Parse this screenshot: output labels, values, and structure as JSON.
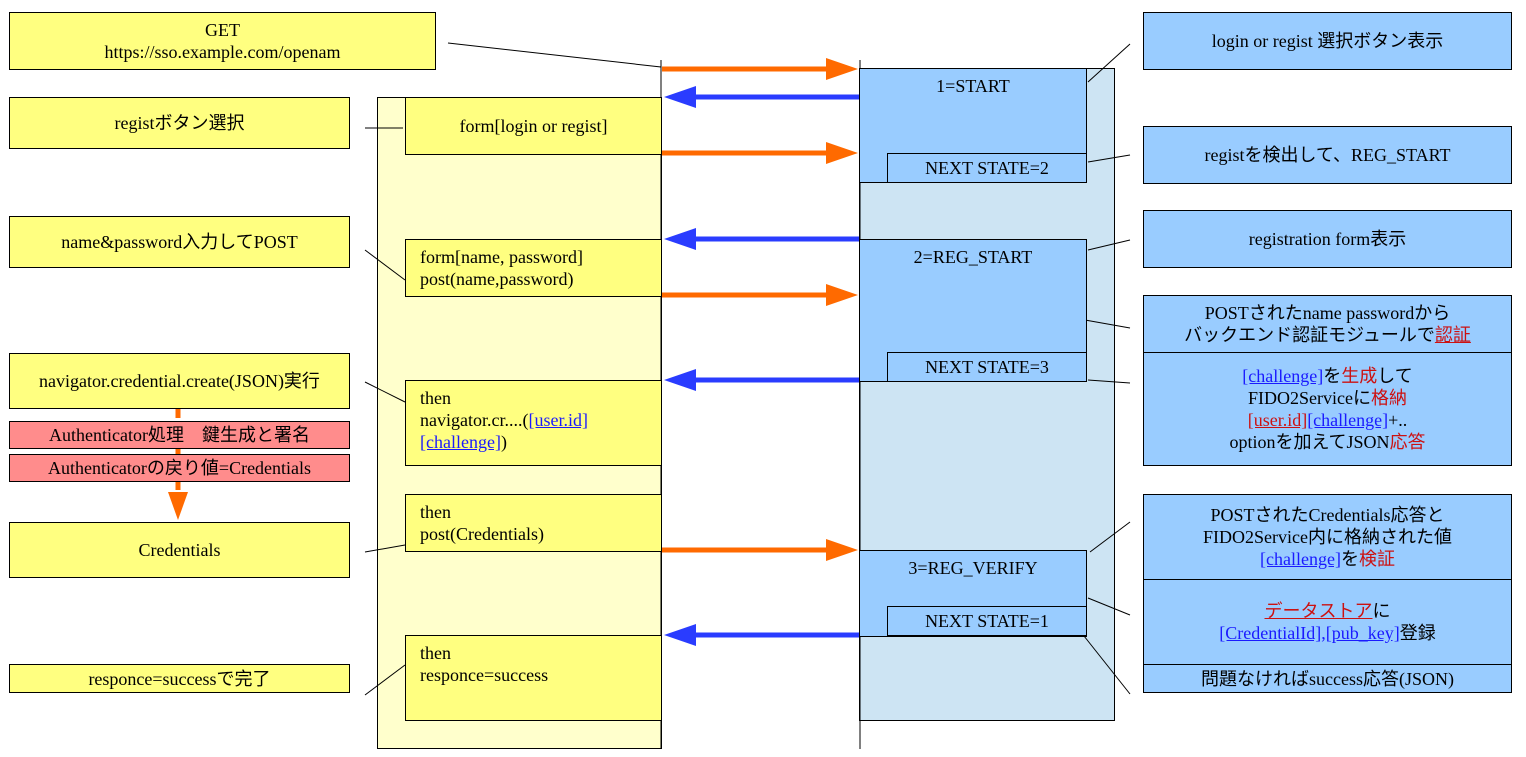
{
  "colors": {
    "yellow": "#ffff80",
    "light_yellow": "#ffffcc",
    "blue": "#99ccff",
    "light_blue": "#cde4f3",
    "pink": "#ff8c8c",
    "request_arrow": "#ff6a00",
    "response_arrow": "#2a3cff",
    "link": "#1a1aff",
    "emphasis": "#cc1111"
  },
  "left_notes": {
    "get": {
      "line1": "GET",
      "line2": "https://sso.example.com/openam"
    },
    "regist_select": "registボタン選択",
    "name_password": "name&password入力してPOST",
    "navigator": "navigator.credential.create(JSON)実行",
    "auth_process": "Authenticator処理　鍵生成と署名",
    "auth_return": "Authenticatorの戻り値=Credentials",
    "credentials": "Credentials",
    "response": "responce=successで完了"
  },
  "client": {
    "form_login": "form[login or regist]",
    "form_name_l1": "form[name, password]",
    "form_name_l2": "post(name,password)",
    "then_nav_l1": "then",
    "then_nav_l2": "navigator.cr....(",
    "then_nav_userid": "[user.id]",
    "then_nav_challenge": "[challenge]",
    "then_nav_close": ")",
    "then_post_l1": "then",
    "then_post_l2": "post(Credentials)",
    "then_resp_l1": "then",
    "then_resp_l2": "responce=success"
  },
  "server": {
    "start": "1=START",
    "next2": "NEXT STATE=2",
    "reg_start": "2=REG_START",
    "next3": "NEXT STATE=3",
    "reg_verify": "3=REG_VERIFY",
    "next1": "NEXT STATE=1"
  },
  "right_notes": {
    "login_regist": "login or regist 選択ボタン表示",
    "regist_detect": "registを検出して、REG_START",
    "registration_form": "registration form表示",
    "auth_l1": "POSTされたname passwordから",
    "auth_l2a": "バックエンド認証モジュールで",
    "auth_l2b": "認証",
    "gen_challenge": "[challenge]",
    "gen_wo": "を",
    "gen_seisei": "生成",
    "gen_shite": "して",
    "fido_a": "FIDO2Serviceに",
    "fido_b": "格納",
    "userid": "[user.id]",
    "challenge2": "[challenge]",
    "plus": "+..",
    "option_a": "optionを加えてJSON",
    "option_b": "応答",
    "verify_l1": "POSTされたCredentials応答と",
    "verify_l2": "FIDO2Service内に格納された値",
    "verify_challenge": "[challenge]",
    "verify_wo": "を",
    "verify_kensho": "検証",
    "datastore": "データストア",
    "datastore_ni": "に",
    "credid": "[CredentialId],[pub_key]",
    "register": "登録",
    "success": "問題なければsuccess応答(JSON)"
  }
}
